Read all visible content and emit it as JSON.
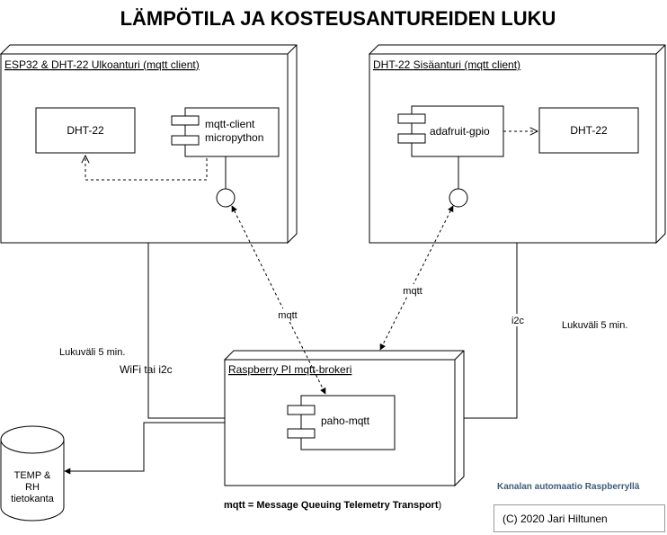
{
  "title": "LÄMPÖTILA JA KOSTEUSANTUREIDEN LUKU",
  "nodes": {
    "esp32": {
      "label": "ESP32 & DHT-22 Ulkoanturi (mqtt client)",
      "sensor": "DHT-22",
      "client_line1": "mqtt-client",
      "client_line2": "micropython"
    },
    "indoor": {
      "label": "DHT-22 Sisäanturi (mqtt client)",
      "gpio": "adafruit-gpio",
      "sensor": "DHT-22"
    },
    "broker": {
      "label": "Raspberry PI mqtt-brokeri",
      "component": "paho-mqtt"
    }
  },
  "database": {
    "line1": "TEMP &",
    "line2": "RH",
    "line3": "tietokanta"
  },
  "edge_labels": {
    "mqtt_left": "mqtt",
    "mqtt_right": "mqtt",
    "i2c": "i2c",
    "interval_left": "Lukuväli 5 min.",
    "interval_right": "Lukuväli 5 min.",
    "wifi": "WiFi tai i2c"
  },
  "footnote": {
    "text": "mqtt = Message Queuing Telemetry Transport",
    "paren": ")"
  },
  "credit": {
    "subtitle": "Kanalan automaatio Raspberryllä",
    "copyright": "(C) 2020 Jari Hiltunen"
  },
  "colors": {
    "line": "#000000",
    "subtitle": "#3f5a7a",
    "credit_border": "#999999"
  }
}
